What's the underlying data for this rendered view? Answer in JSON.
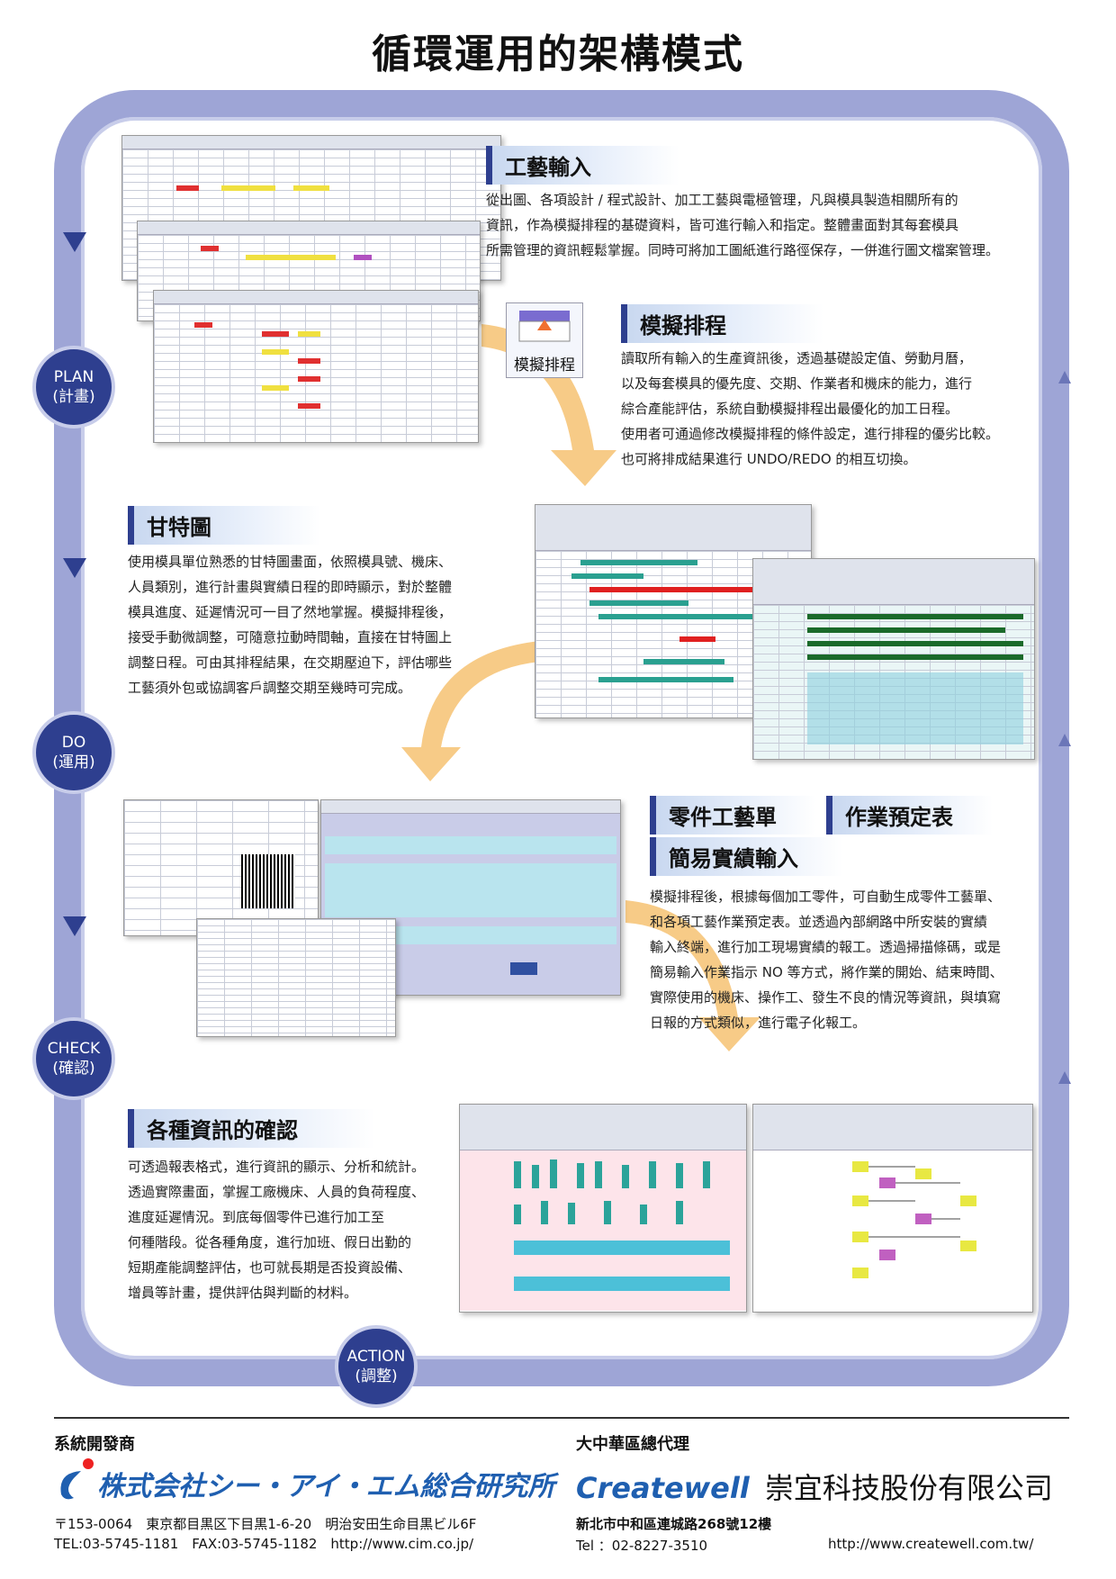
{
  "page_title": "循環運用的架構模式",
  "phases": {
    "plan": {
      "label": "PLAN",
      "sub": "(計畫)"
    },
    "do": {
      "label": "DO",
      "sub": "(運用)"
    },
    "check": {
      "label": "CHECK",
      "sub": "(確認)"
    },
    "action": {
      "label": "ACTION",
      "sub": "(調整)"
    }
  },
  "sections": {
    "input": {
      "heading": "工藝輸入",
      "lines": [
        "從出圖、各項設計 / 程式設計、加工工藝與電極管理，凡與模具製造相關所有的",
        "資訊，作為模擬排程的基礎資料，皆可進行輸入和指定。整體畫面對其每套模具",
        "所需管理的資訊輕鬆掌握。同時可將加工圖紙進行路徑保存，一併進行圖文檔案管理。"
      ]
    },
    "simulation": {
      "heading": "模擬排程",
      "icon_label": "模擬排程",
      "lines": [
        "讀取所有輸入的生產資訊後，透過基礎設定值、勞動月曆，",
        "以及每套模具的優先度、交期、作業者和機床的能力，進行",
        "綜合產能評估，系統自動模擬排程出最優化的加工日程。",
        "使用者可通過修改模擬排程的條件設定，進行排程的優劣比較。",
        "也可將排成結果進行 UNDO/REDO 的相互切換。"
      ]
    },
    "gantt": {
      "heading": "甘特圖",
      "lines": [
        "使用模具單位熟悉的甘特圖畫面，依照模具號、機床、",
        "人員類別，進行計畫與實績日程的即時顯示，對於整體",
        "模具進度、延遲情況可一目了然地掌握。模擬排程後，",
        "接受手動微調整，可隨意拉動時間軸，直接在甘特圖上",
        "調整日程。可由其排程結果，在交期壓迫下，評估哪些",
        "工藝須外包或協調客戶調整交期至幾時可完成。"
      ]
    },
    "parts": {
      "heading_1": "零件工藝單",
      "heading_2": "作業預定表",
      "heading_3": "簡易實績輸入",
      "lines": [
        "模擬排程後，根據每個加工零件，可自動生成零件工藝單、",
        "和各項工藝作業預定表。並透過內部網路中所安裝的實績",
        "輸入終端，進行加工現場實績的報工。透過掃描條碼，或是",
        "簡易輸入作業指示 NO 等方式，將作業的開始、結束時間、",
        "實際使用的機床、操作工、發生不良的情況等資訊，與填寫",
        "日報的方式類似，進行電子化報工。"
      ]
    },
    "confirm": {
      "heading": "各種資訊的確認",
      "lines": [
        "可透過報表格式，進行資訊的顯示、分析和統計。",
        "透過實際畫面，掌握工廠機床、人員的負荷程度、",
        "進度延遲情況。到底每個零件已進行加工至",
        "何種階段。從各種角度，進行加班、假日出勤的",
        "短期產能調整評估，也可就長期是否投資設備、",
        "增員等計畫，提供評估與判斷的材料。"
      ]
    }
  },
  "footer": {
    "developer_label": "系統開發商",
    "developer_logo": "株式会社シー・アイ・エム総合研究所",
    "developer_address": "〒153-0064　東京都目黒区下目黒1-6-20　明治安田生命目黒ビル6F",
    "developer_contact": "TEL:03-5745-1181　FAX:03-5745-1182　http://www.cim.co.jp/",
    "agent_label": "大中華區總代理",
    "agent_brand": "Createwell",
    "agent_name": "崇宜科技股份有限公司",
    "agent_address": "新北市中和區連城路268號12樓",
    "agent_tel": "Tel ：02-8227-3510",
    "agent_url": "http://www.createwell.com.tw/"
  },
  "colors": {
    "frame": "#9ea5d6",
    "phase_circle": "#2e3f8f",
    "flow_arrow": "#f6c57a",
    "logo_blue": "#1f5fb0"
  }
}
